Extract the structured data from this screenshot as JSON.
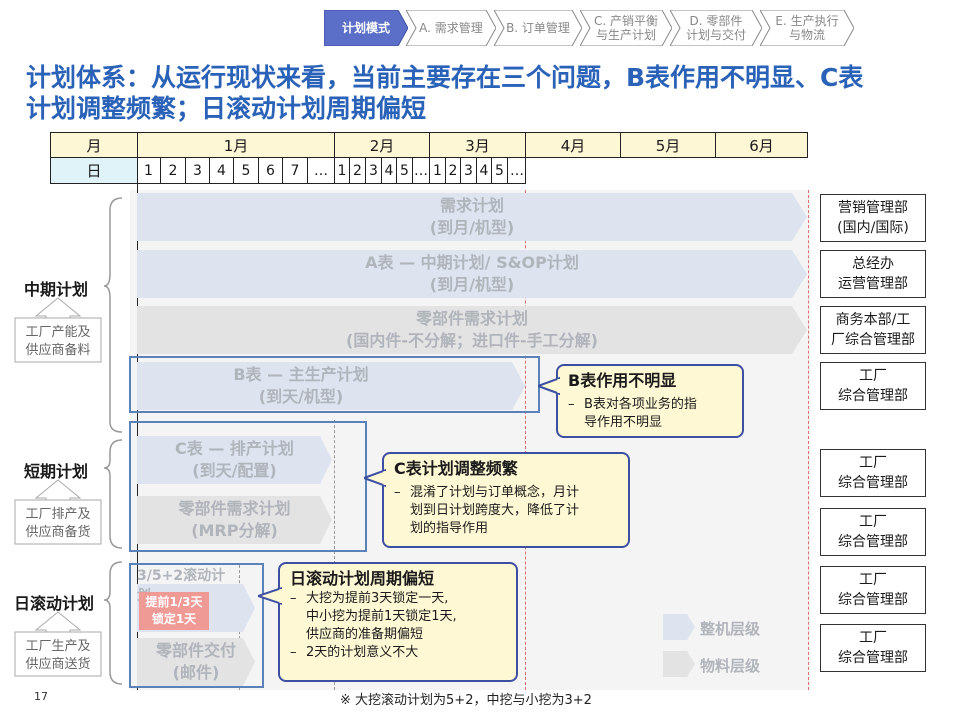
{
  "nav": {
    "steps": [
      {
        "label": "计划模式",
        "active": true
      },
      {
        "label": "A. 需求管理"
      },
      {
        "label": "B. 订单管理"
      },
      {
        "label1": "C. 产销平衡",
        "label2": "与生产计划"
      },
      {
        "label1": "D. 零部件",
        "label2": "计划与交付"
      },
      {
        "label1": "E. 生产执行",
        "label2": "与物流"
      }
    ]
  },
  "title": {
    "line1": "计划体系：从运行现状来看，当前主要存在三个问题，B表作用不明显、C表",
    "line2": "计划调整频繁；日滚动计划周期偏短"
  },
  "timeline": {
    "month_label": "月",
    "day_label": "日",
    "months": [
      "1月",
      "2月",
      "3月",
      "4月",
      "5月",
      "6月"
    ],
    "jan_days": [
      "1",
      "2",
      "3",
      "4",
      "5",
      "6",
      "7",
      "…"
    ],
    "feb_days": [
      "1",
      "2",
      "3",
      "4",
      "5",
      "…"
    ],
    "mar_days": [
      "1",
      "2",
      "3",
      "4",
      "5",
      "…"
    ]
  },
  "levels": {
    "mid": "中期计划",
    "short": "短期计划",
    "daily": "日滚动计划",
    "mid_sub1": "工厂产能及",
    "mid_sub2": "供应商备料",
    "short_sub1": "工厂排产及",
    "short_sub2": "供应商备货",
    "daily_sub1": "工厂生产及",
    "daily_sub2": "供应商送货"
  },
  "bars": {
    "demand1": "需求计划",
    "demand2": "(到月/机型)",
    "a1": "A表 — 中期计划/ S&OP计划",
    "a2": "(到月/机型)",
    "parts1": "零部件需求计划",
    "parts2": "(国内件-不分解；进口件-手工分解)",
    "b1": "B表 — 主生产计划",
    "b2": "(到天/机型)",
    "c1": "C表 — 排产计划",
    "c2": "(到天/配置)",
    "mrp1": "零部件需求计划",
    "mrp2": "(MRP分解)",
    "roll": "3/5+2滚动计划",
    "lock1": "提前1/3天",
    "lock2": "锁定1天",
    "deliv1": "零部件交付",
    "deliv2": "(邮件)"
  },
  "callouts": {
    "b": {
      "head": "B表作用不明显",
      "items": [
        [
          "B表对各项业务的指",
          "导作用不明显"
        ]
      ]
    },
    "c": {
      "head": "C表计划调整频繁",
      "items": [
        [
          "混淆了计划与订单概念，月计",
          "划到日计划跨度大，降低了计",
          "划的指导作用"
        ]
      ]
    },
    "d": {
      "head": "日滚动计划周期偏短",
      "items": [
        [
          "大挖为提前3天锁定一天,",
          "中小挖为提前1天锁定1天,",
          "供应商的准备期偏短"
        ],
        [
          "2天的计划意义不大"
        ]
      ]
    }
  },
  "depts": [
    [
      "营销管理部",
      "(国内/国际)"
    ],
    [
      "总经办",
      "运营管理部"
    ],
    [
      "商务本部/工",
      "厂综合管理部"
    ],
    [
      "工厂",
      "综合管理部"
    ],
    [
      "工厂",
      "综合管理部"
    ],
    [
      "工厂",
      "综合管理部"
    ],
    [
      "工厂",
      "综合管理部"
    ],
    [
      "工厂",
      "综合管理部"
    ]
  ],
  "legend": {
    "machine": "整机层级",
    "material": "物料层级"
  },
  "footnote": "※ 大挖滚动计划为5+2，中挖与小挖为3+2",
  "page_number": "17",
  "colors": {
    "accent": "#2a62b8",
    "nav_active": "#5b6fc8",
    "bar_machine": "#dde4ef",
    "bar_material": "#e3e3e3",
    "callout_bg": "#fef9d4",
    "lock_red": "#f09a96"
  }
}
